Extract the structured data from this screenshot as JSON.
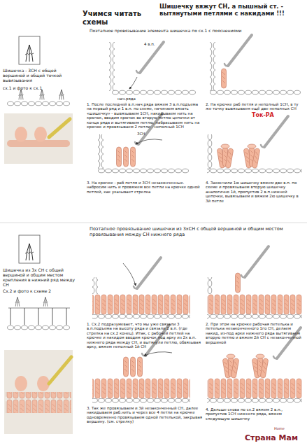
{
  "diagram": {
    "title": "Учимся читать схемы",
    "labels": [
      "Шишечку вяжут СН, а пышный ст. - вытянутыми петлями с накидами !!!",
      "Поэтапное провязывание элемента шишечка по сх.1 с пояснениями",
      "Шишечка - 3СН с общей вершиной и общей точкой вывязывания",
      "сх.1 и фото к сх.1",
      "4 в.п.",
      "нач.ряда",
      "1. После последней в.п.нач.ряда вяжем 3 в.п.подъема на первый ряд и 1 в.п. по схеме, начинаем вязать «шишечку» - вывязываем 1СН, накидываем нить на крючок, вводим крючок во вторую петлю цепочки от конца ряда и вытягиваем петлю, набрасываем нить на крючок и провязываем 2 петли - неполный 1СН",
      "2. На крючке раб петля и неполный 1СН, в ту же точку вывязываем ещё две неполных СН",
      "Ток-РА",
      "3СН",
      "3. На крючке - раб петля и 3СН незаконченные. набросим нить и провяжем все петли на крючке одной петлей, как указывает стрелка",
      "4. Закончили 1ю шишечку вяжем две в.п. по схеме и провязываем вторую шишечку аналогично 1й, пропустив 2 в.п.нижней цепочки, вывязываем и вяжем 2ю шишечку в 3й петле",
      "Поэтапное провязывание шишечки из 3хСН с общей вершиной и общим местом провязывания между СН нижнего ряда",
      "Шишечка из 3х СН с общей вершиной и общим местом крепления в нижний ряд между СН",
      "Сх.2 и фото к схеме 2",
      "1. Сх.2 подразумевает, что мы уже связали 3 в.п.подъема на высоту ряда и связали 2 в.п. (где стрелка на сх.2 конец). Итак, с рабочей петлей на крючке и накидом вводим крючок под арку из 2х в.п. нижнего ряда между СН, и вытянули петлю, обвязывая арку, вяжем неполный 1й СН",
      "2. При этом на крючке рабочая петелька и петелька незаконченного 1го СН, делаем накид, из-под арки нижнего ряда вытягиваем вторую петлю и вяжем 2й СН с незаконченной вершиной",
      "3. Так же провязываем и 3й незаконченный СН, далее накидываем раб.нить и через все 4 петли на крючке одновременно провязываем одной петелькой, закрывая вершину. (см. стрелку)",
      "4. Дальше снова по сх.2 вяжем 2 в.п., пропустив 1СН нижнего ряда, вяжем следующую шишечку",
      "Страна Мам",
      "Home"
    ]
  }
}
